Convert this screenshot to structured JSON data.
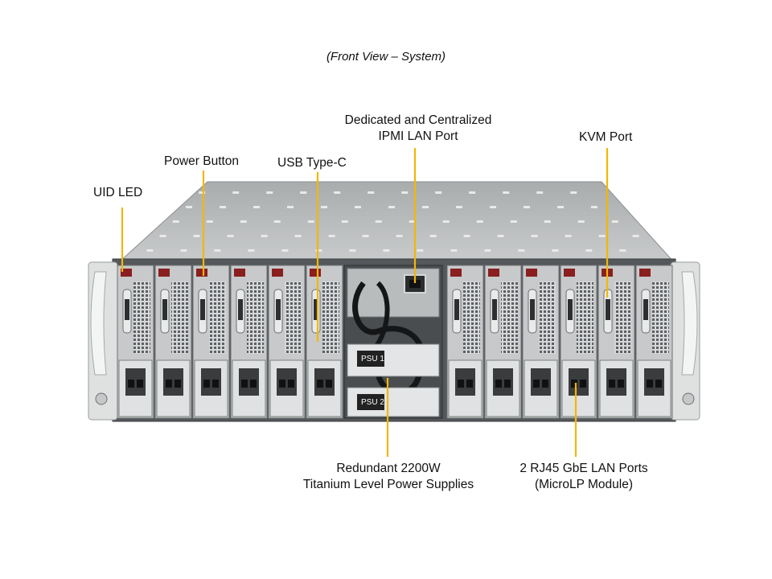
{
  "title": "(Front View – System)",
  "callouts": {
    "uid_led": "UID  LED",
    "power_button": "Power Button",
    "usb_type_c": "USB Type-C",
    "ipmi_line1": "Dedicated and Centralized",
    "ipmi_line2": "IPMI  LAN Port",
    "kvm_port": "KVM Port",
    "psu_line1": "Redundant  2200W",
    "psu_line2": "Titanium  Level Power Supplies",
    "lan_line1": "2 RJ45 GbE LAN Ports",
    "lan_line2": "(MicroLP Module)"
  },
  "psu_labels": [
    "PSU 1",
    "PSU 2"
  ],
  "colors": {
    "leader": "#f2b705",
    "chassis_top": "#b9bcbd",
    "chassis_front": "#6f7275",
    "node_face": "#c7c9ca",
    "handle": "#e2e4e4"
  }
}
